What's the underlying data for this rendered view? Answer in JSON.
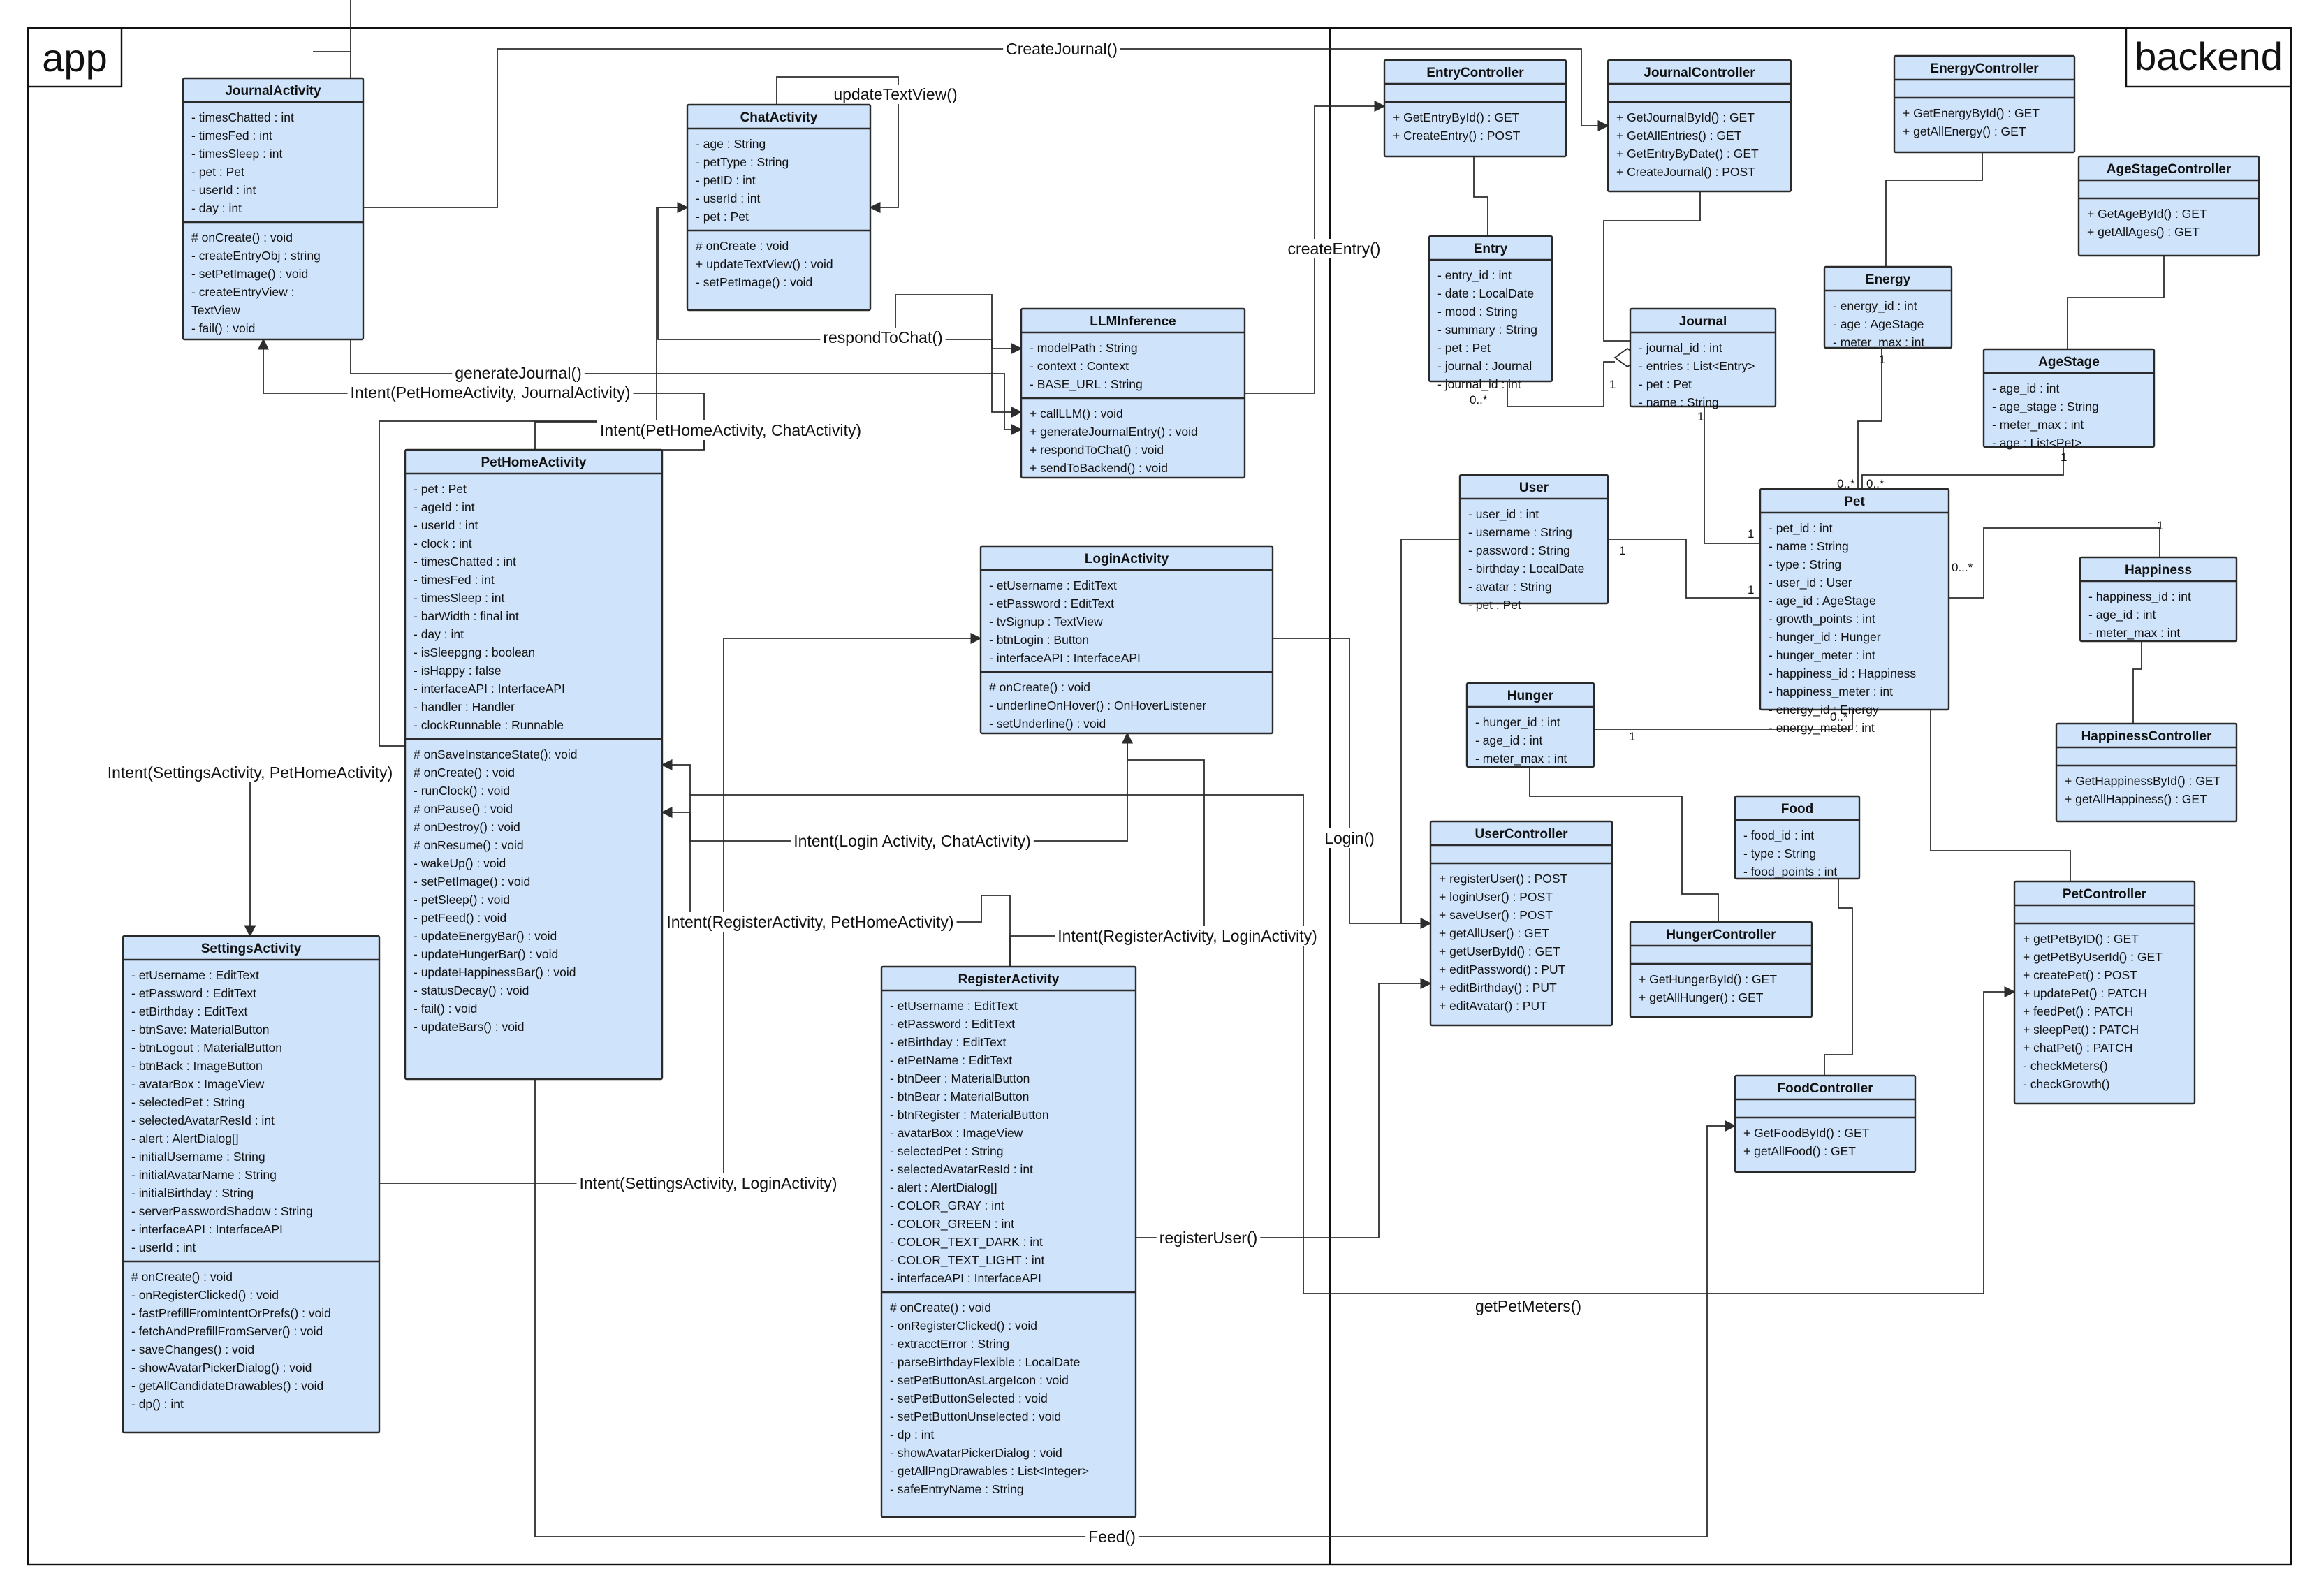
{
  "zones": {
    "app": "app",
    "backend": "backend"
  },
  "classes": [
    {
      "id": "journal_activity",
      "name": "JournalActivity",
      "attributes": [
        "- timesChatted : int",
        "- timesFed : int",
        "- timesSleep : int",
        "- pet : Pet",
        "- userId : int",
        "- day : int"
      ],
      "methods": [
        "# onCreate() : void",
        "- createEntryObj : string",
        "- setPetImage() : void",
        "- createEntryView :",
        "TextView",
        "- fail() : void"
      ]
    },
    {
      "id": "chat_activity",
      "name": "ChatActivity",
      "attributes": [
        "- age : String",
        "- petType : String",
        "- petID : int",
        "- userId : int",
        "- pet : Pet"
      ],
      "methods": [
        "# onCreate : void",
        "+ updateTextView() : void",
        "- setPetImage() : void"
      ]
    },
    {
      "id": "llm_inference",
      "name": "LLMInference",
      "attributes": [
        "- modelPath : String",
        "- context : Context",
        "- BASE_URL : String"
      ],
      "methods": [
        "+ callLLM() : void",
        "+ generateJournalEntry() : void",
        "+ respondToChat() : void",
        "+ sendToBackend() : void"
      ]
    },
    {
      "id": "pet_home_activity",
      "name": "PetHomeActivity",
      "attributes": [
        "- pet : Pet",
        "- ageId : int",
        "- userId : int",
        "- clock : int",
        "- timesChatted : int",
        "- timesFed : int",
        "- timesSleep : int",
        "- barWidth : final int",
        "- day : int",
        "- isSleepgng : boolean",
        "- isHappy : false",
        "- interfaceAPI : InterfaceAPI",
        "- handler : Handler",
        "- clockRunnable : Runnable"
      ],
      "methods": [
        "# onSaveInstanceState(): void",
        "# onCreate() : void",
        "- runClock() : void",
        "# onPause() : void",
        "# onDestroy() : void",
        "# onResume() : void",
        "- wakeUp() : void",
        "- setPetImage() : void",
        "- petSleep() : void",
        "- petFeed() : void",
        "- updateEnergyBar() : void",
        "- updateHungerBar() : void",
        "- updateHappinessBar() : void",
        "- statusDecay() : void",
        "- fail() : void",
        "- updateBars() : void"
      ]
    },
    {
      "id": "login_activity",
      "name": "LoginActivity",
      "attributes": [
        "- etUsername : EditText",
        "- etPassword : EditText",
        "- tvSignup : TextView",
        "- btnLogin : Button",
        "- interfaceAPI : InterfaceAPI"
      ],
      "methods": [
        "# onCreate() : void",
        "- underlineOnHover() : OnHoverListener",
        "- setUnderline() : void"
      ]
    },
    {
      "id": "settings_activity",
      "name": "SettingsActivity",
      "attributes": [
        "- etUsername : EditText",
        "- etPassword : EditText",
        "- etBirthday : EditText",
        "- btnSave: MaterialButton",
        "- btnLogout : MaterialButton",
        "- btnBack : ImageButton",
        "- avatarBox : ImageView",
        "- selectedPet : String",
        "- selectedAvatarResId : int",
        "- alert : AlertDialog[]",
        "- initialUsername : String",
        "- initialAvatarName : String",
        "- initialBirthday : String",
        "- serverPasswordShadow : String",
        "- interfaceAPI : InterfaceAPI",
        "- userId : int"
      ],
      "methods": [
        "# onCreate() : void",
        "- onRegisterClicked() : void",
        "- fastPrefillFromIntentOrPrefs() : void",
        "- fetchAndPrefillFromServer() : void",
        "- saveChanges() : void",
        "- showAvatarPickerDialog() : void",
        "- getAllCandidateDrawables() : void",
        "- dp() : int"
      ]
    },
    {
      "id": "register_activity",
      "name": "RegisterActivity",
      "attributes": [
        "- etUsername : EditText",
        "- etPassword : EditText",
        "- etBirthday : EditText",
        "- etPetName : EditText",
        "- btnDeer : MaterialButton",
        "- btnBear : MaterialButton",
        "- btnRegister : MaterialButton",
        "- avatarBox : ImageView",
        "- selectedPet : String",
        "- selectedAvatarResId : int",
        "- alert : AlertDialog[]",
        "- COLOR_GRAY : int",
        "- COLOR_GREEN : int",
        "- COLOR_TEXT_DARK : int",
        "- COLOR_TEXT_LIGHT : int",
        "- interfaceAPI : InterfaceAPI"
      ],
      "methods": [
        "# onCreate() : void",
        "- onRegisterClicked() : void",
        "- extracctError : String",
        "- parseBirthdayFlexible : LocalDate",
        "- setPetButtonAsLargeIcon : void",
        "- setPetButtonSelected : void",
        "-  setPetButtonUnselected : void",
        "- dp : int",
        "- showAvatarPickerDialog : void",
        "- getAllPngDrawables : List<Integer>",
        "- safeEntryName : String"
      ]
    },
    {
      "id": "entry_controller",
      "name": "EntryController",
      "attributes": [],
      "methods": [
        "+ GetEntryById() : GET",
        "+ CreateEntry() : POST"
      ]
    },
    {
      "id": "journal_controller",
      "name": "JournalController",
      "attributes": [],
      "methods": [
        "+ GetJournalById() : GET",
        "+ GetAllEntries() : GET",
        "+ GetEntryByDate() : GET",
        "+ CreateJournal() : POST"
      ]
    },
    {
      "id": "energy_controller",
      "name": "EnergyController",
      "attributes": [],
      "methods": [
        "+ GetEnergyById() : GET",
        "+ getAllEnergy() : GET"
      ]
    },
    {
      "id": "agestage_controller",
      "name": "AgeStageController",
      "attributes": [],
      "methods": [
        "+ GetAgeById() : GET",
        "+ getAllAges() : GET"
      ]
    },
    {
      "id": "entry",
      "name": "Entry",
      "attributes": [
        "- entry_id : int",
        "- date : LocalDate",
        "- mood : String",
        "- summary : String",
        "- pet : Pet",
        "- journal : Journal",
        "- journal_id : int"
      ],
      "methods": []
    },
    {
      "id": "journal",
      "name": "Journal",
      "attributes": [
        "- journal_id : int",
        "- entries : List<Entry>",
        "- pet : Pet",
        "- name : String"
      ],
      "methods": []
    },
    {
      "id": "energy",
      "name": "Energy",
      "attributes": [
        "- energy_id : int",
        "- age :  AgeStage",
        "- meter_max : int"
      ],
      "methods": []
    },
    {
      "id": "agestage",
      "name": "AgeStage",
      "attributes": [
        "- age_id : int",
        "-  age_stage : String",
        "- meter_max : int",
        "- age : List<Pet>"
      ],
      "methods": []
    },
    {
      "id": "user",
      "name": "User",
      "attributes": [
        "- user_id : int",
        "- username : String",
        "- password : String",
        "- birthday :  LocalDate",
        "- avatar : String",
        "- pet : Pet"
      ],
      "methods": []
    },
    {
      "id": "pet",
      "name": "Pet",
      "attributes": [
        "- pet_id : int",
        "- name : String",
        "- type : String",
        "- user_id : User",
        "- age_id : AgeStage",
        "- growth_points : int",
        "- hunger_id : Hunger",
        "- hunger_meter : int",
        "- happiness_id : Happiness",
        "- happiness_meter : int",
        "- energy_id : Energy",
        "- energy_meter : int"
      ],
      "methods": []
    },
    {
      "id": "happiness",
      "name": "Happiness",
      "attributes": [
        "- happiness_id : int",
        "- age_id : int",
        "- meter_max : int"
      ],
      "methods": []
    },
    {
      "id": "hunger",
      "name": "Hunger",
      "attributes": [
        "- hunger_id : int",
        "- age_id : int",
        "- meter_max : int"
      ],
      "methods": []
    },
    {
      "id": "happiness_controller",
      "name": "HappinessController",
      "attributes": [],
      "methods": [
        "+ GetHappinessById() : GET",
        "+ getAllHappiness() : GET"
      ]
    },
    {
      "id": "food",
      "name": "Food",
      "attributes": [
        "- food_id : int",
        "- type : String",
        "- food_points : int"
      ],
      "methods": []
    },
    {
      "id": "user_controller",
      "name": "UserController",
      "attributes": [],
      "methods": [
        "+ registerUser() : POST",
        "+ loginUser() : POST",
        "+ saveUser() : POST",
        "+ getAllUser() : GET",
        "+ getUserById() : GET",
        "+ editPassword() : PUT",
        "+ editBirthday() : PUT",
        "+ editAvatar() : PUT"
      ]
    },
    {
      "id": "hunger_controller",
      "name": "HungerController",
      "attributes": [],
      "methods": [
        "+ GetHungerById() : GET",
        "+ getAllHunger() : GET"
      ]
    },
    {
      "id": "pet_controller",
      "name": "PetController",
      "attributes": [],
      "methods": [
        "+ getPetByID() : GET",
        "+ getPetByUserId() : GET",
        "+ createPet() : POST",
        "+ updatePet() : PATCH",
        "+ feedPet() : PATCH",
        "+ sleepPet() : PATCH",
        "+ chatPet() : PATCH",
        "- checkMeters()",
        "- checkGrowth()"
      ]
    },
    {
      "id": "food_controller",
      "name": "FoodController",
      "attributes": [],
      "methods": [
        "+ GetFoodById() : GET",
        "+ getAllFood() : GET"
      ]
    }
  ],
  "edge_labels": {
    "create_journal": "CreateJournal()",
    "update_text_view": "updateTextView()",
    "create_entry": "createEntry()",
    "respond_to_chat": "respondToChat()",
    "generate_journal": "generateJournal()",
    "intent_pethome_journal": "Intent(PetHomeActivity, JournalActivity)",
    "intent_pethome_chat": "Intent(PetHomeActivity, ChatActivity)",
    "intent_settings_pethome": "Intent(SettingsActivity, PetHomeActivity)",
    "intent_login_chat": "Intent(Login Activity, ChatActivity)",
    "intent_register_pethome": "Intent(RegisterActivity, PetHomeActivity)",
    "intent_register_login": "Intent(RegisterActivity, LoginActivity)",
    "login": "Login()",
    "intent_settings_login": "Intent(SettingsActivity, LoginActivity)",
    "register_user": "registerUser()",
    "get_pet_meters": "getPetMeters()",
    "feed": "Feed()"
  },
  "multiplicities": {
    "entry_journal_many": "0..*",
    "entry_journal_one": "1",
    "journal_pet_one": "1",
    "pet_journal_one": "1",
    "energy_pet_one": "1",
    "agestage_pet_one": "1",
    "pet_energy_many": "0..*",
    "pet_agestage_many": "0..*",
    "user_pet_one": "1",
    "pet_user_one": "1",
    "happiness_pet_one": "1",
    "pet_happiness_many": "0...*",
    "hunger_pet_one": "1",
    "pet_hunger_many": "0..*"
  }
}
